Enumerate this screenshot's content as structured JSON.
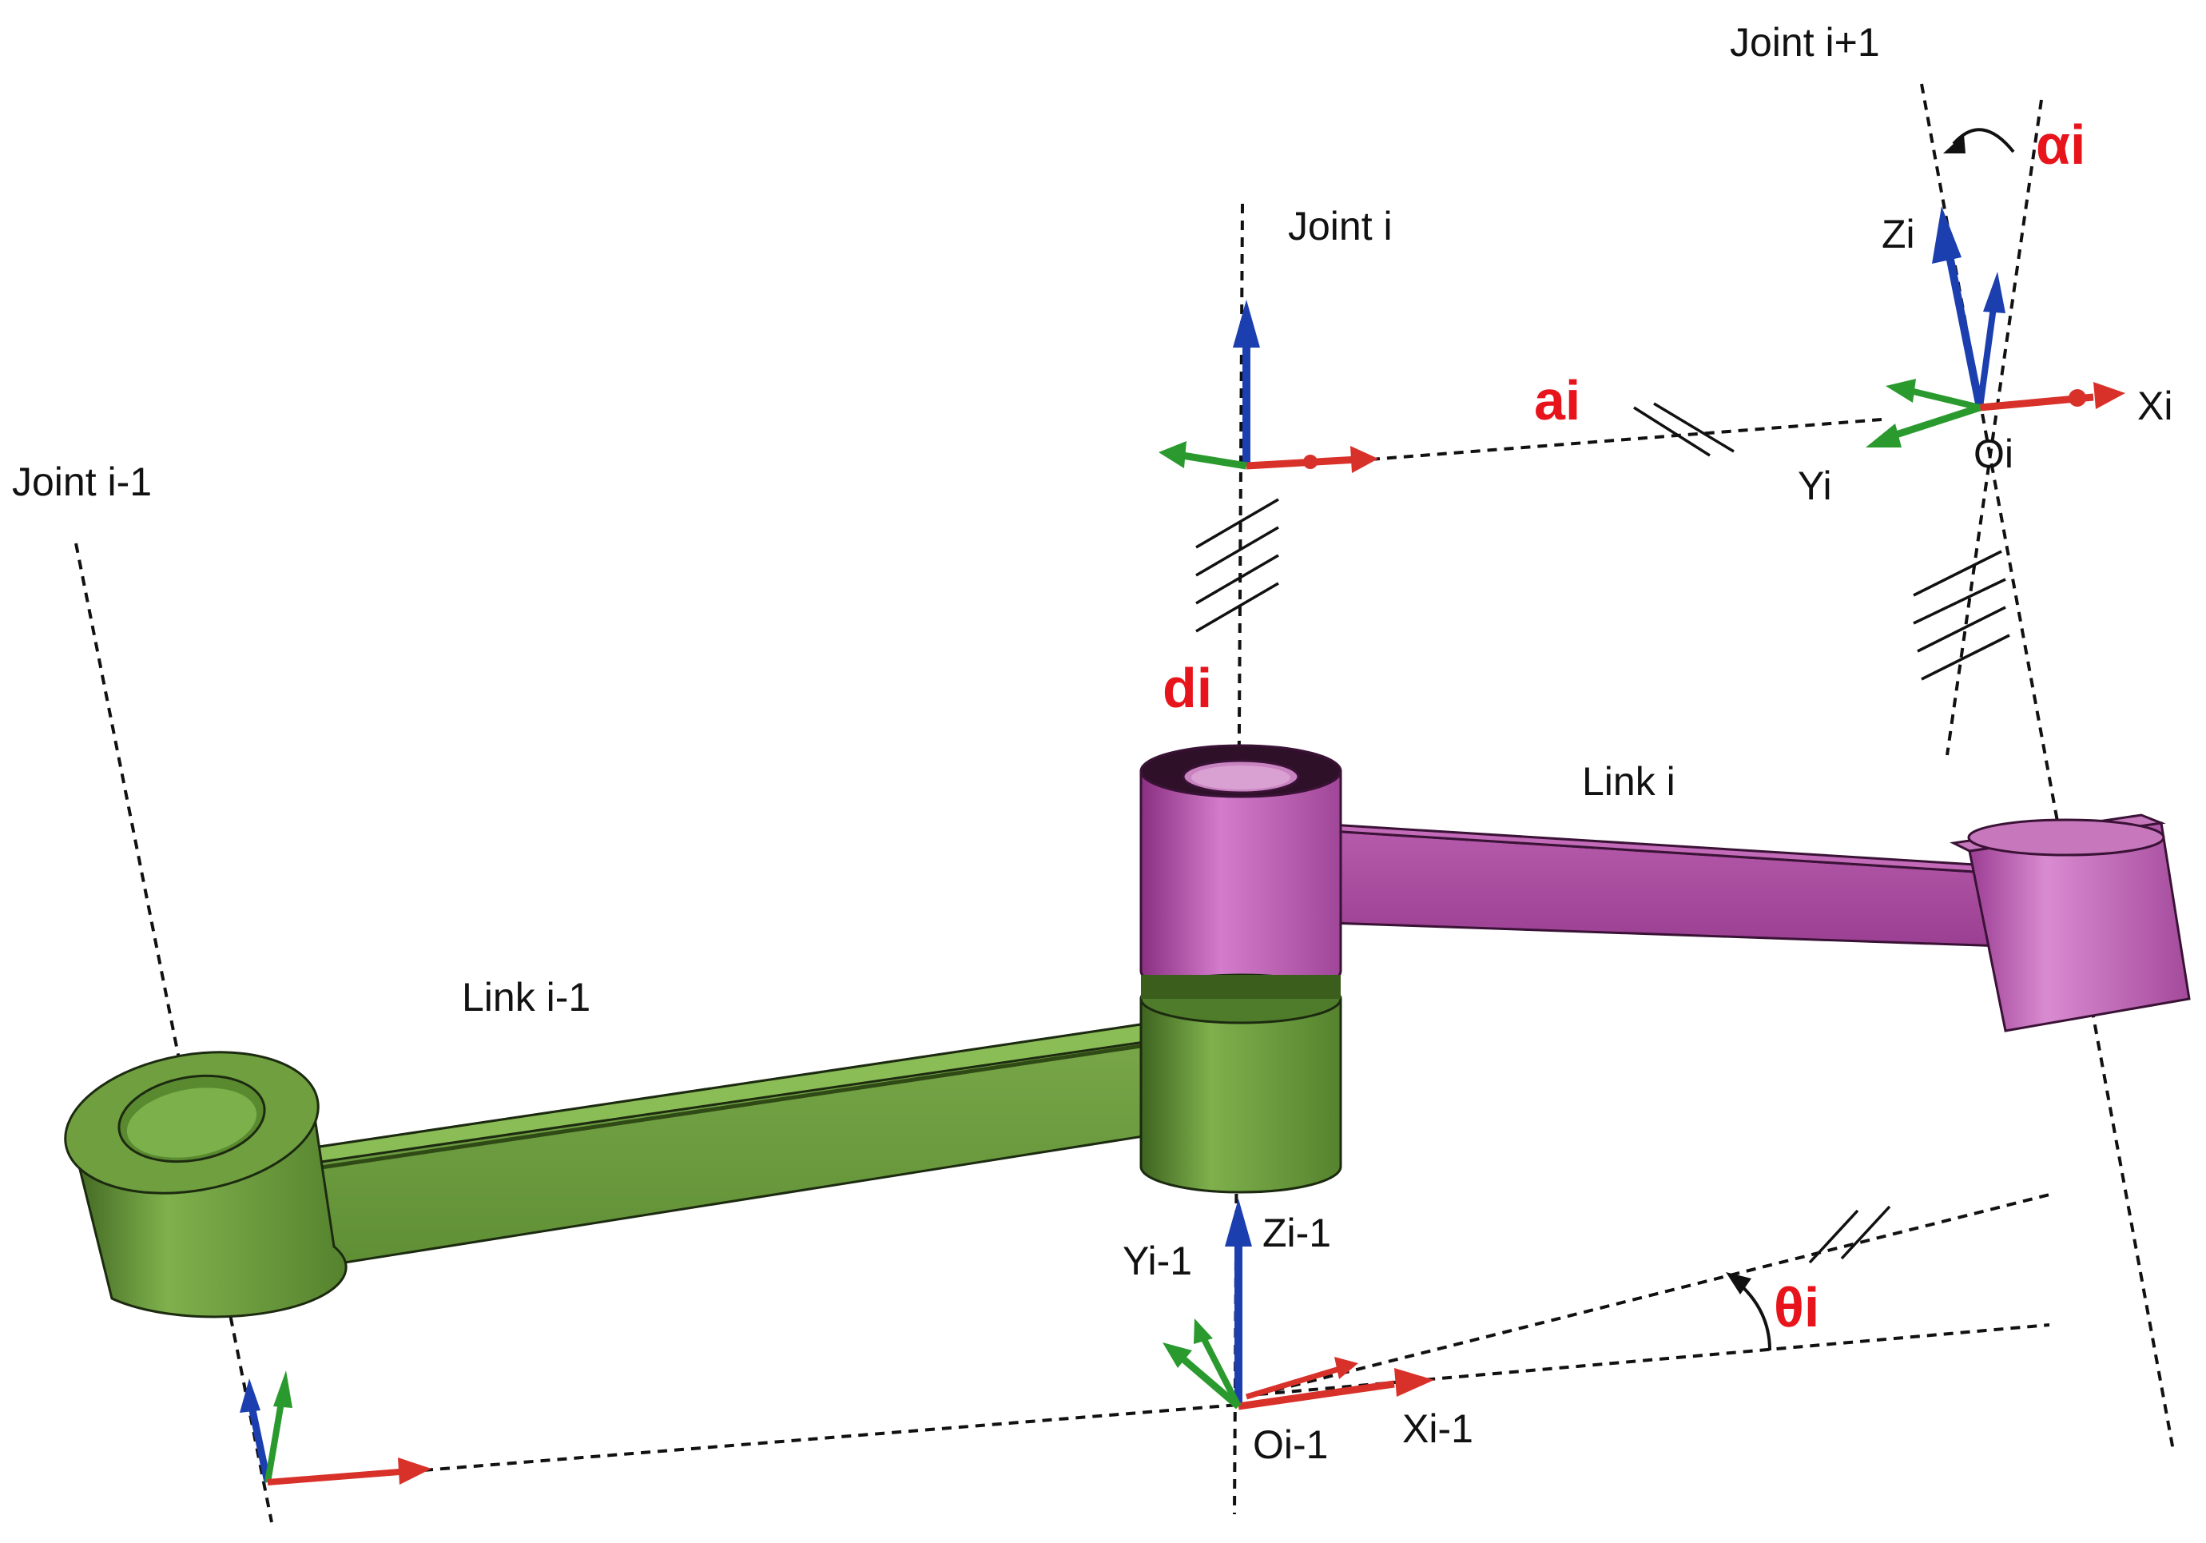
{
  "labels": {
    "joint_prev": "Joint i-1",
    "joint_i": "Joint i",
    "joint_next": "Joint i+1",
    "link_prev": "Link i-1",
    "link_i": "Link i",
    "frame_i": {
      "z": "Zi",
      "y": "Yi",
      "x": "Xi",
      "origin": "Oi"
    },
    "frame_prev": {
      "y": "Yi-1",
      "z": "Zi-1",
      "x": "Xi-1",
      "origin": "Oi-1"
    }
  },
  "parameters": {
    "alpha": "αi",
    "a": "ai",
    "d": "di",
    "theta": "θi"
  },
  "colors": {
    "param_red": "#e8141c",
    "green_link": "#6a9a3c",
    "magenta_link": "#b452a8",
    "axis_x": "#d8312a",
    "axis_y": "#2a9a2e",
    "axis_z": "#1c3fb0"
  },
  "icons": [
    "axis-triad-icon",
    "rotation-arrow-icon",
    "parallel-mark-icon"
  ]
}
